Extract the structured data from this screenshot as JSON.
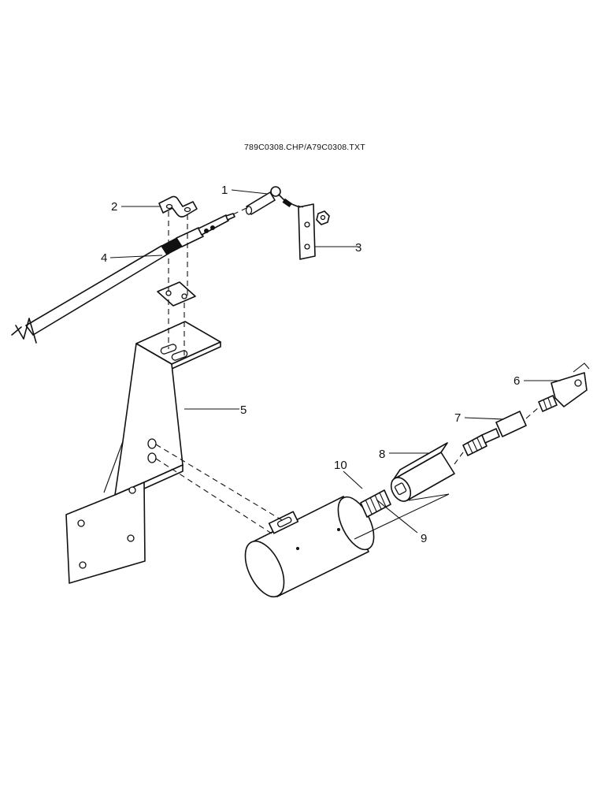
{
  "figure": {
    "file_reference": "789C0308.CHP/A79C0308.TXT"
  },
  "callouts": {
    "c1": "1",
    "c2": "2",
    "c3": "3",
    "c4": "4",
    "c5": "5",
    "c6": "6",
    "c7": "7",
    "c8": "8",
    "c9": "9",
    "c10": "10"
  },
  "colors": {
    "ink": "#111111",
    "paper": "#ffffff"
  }
}
